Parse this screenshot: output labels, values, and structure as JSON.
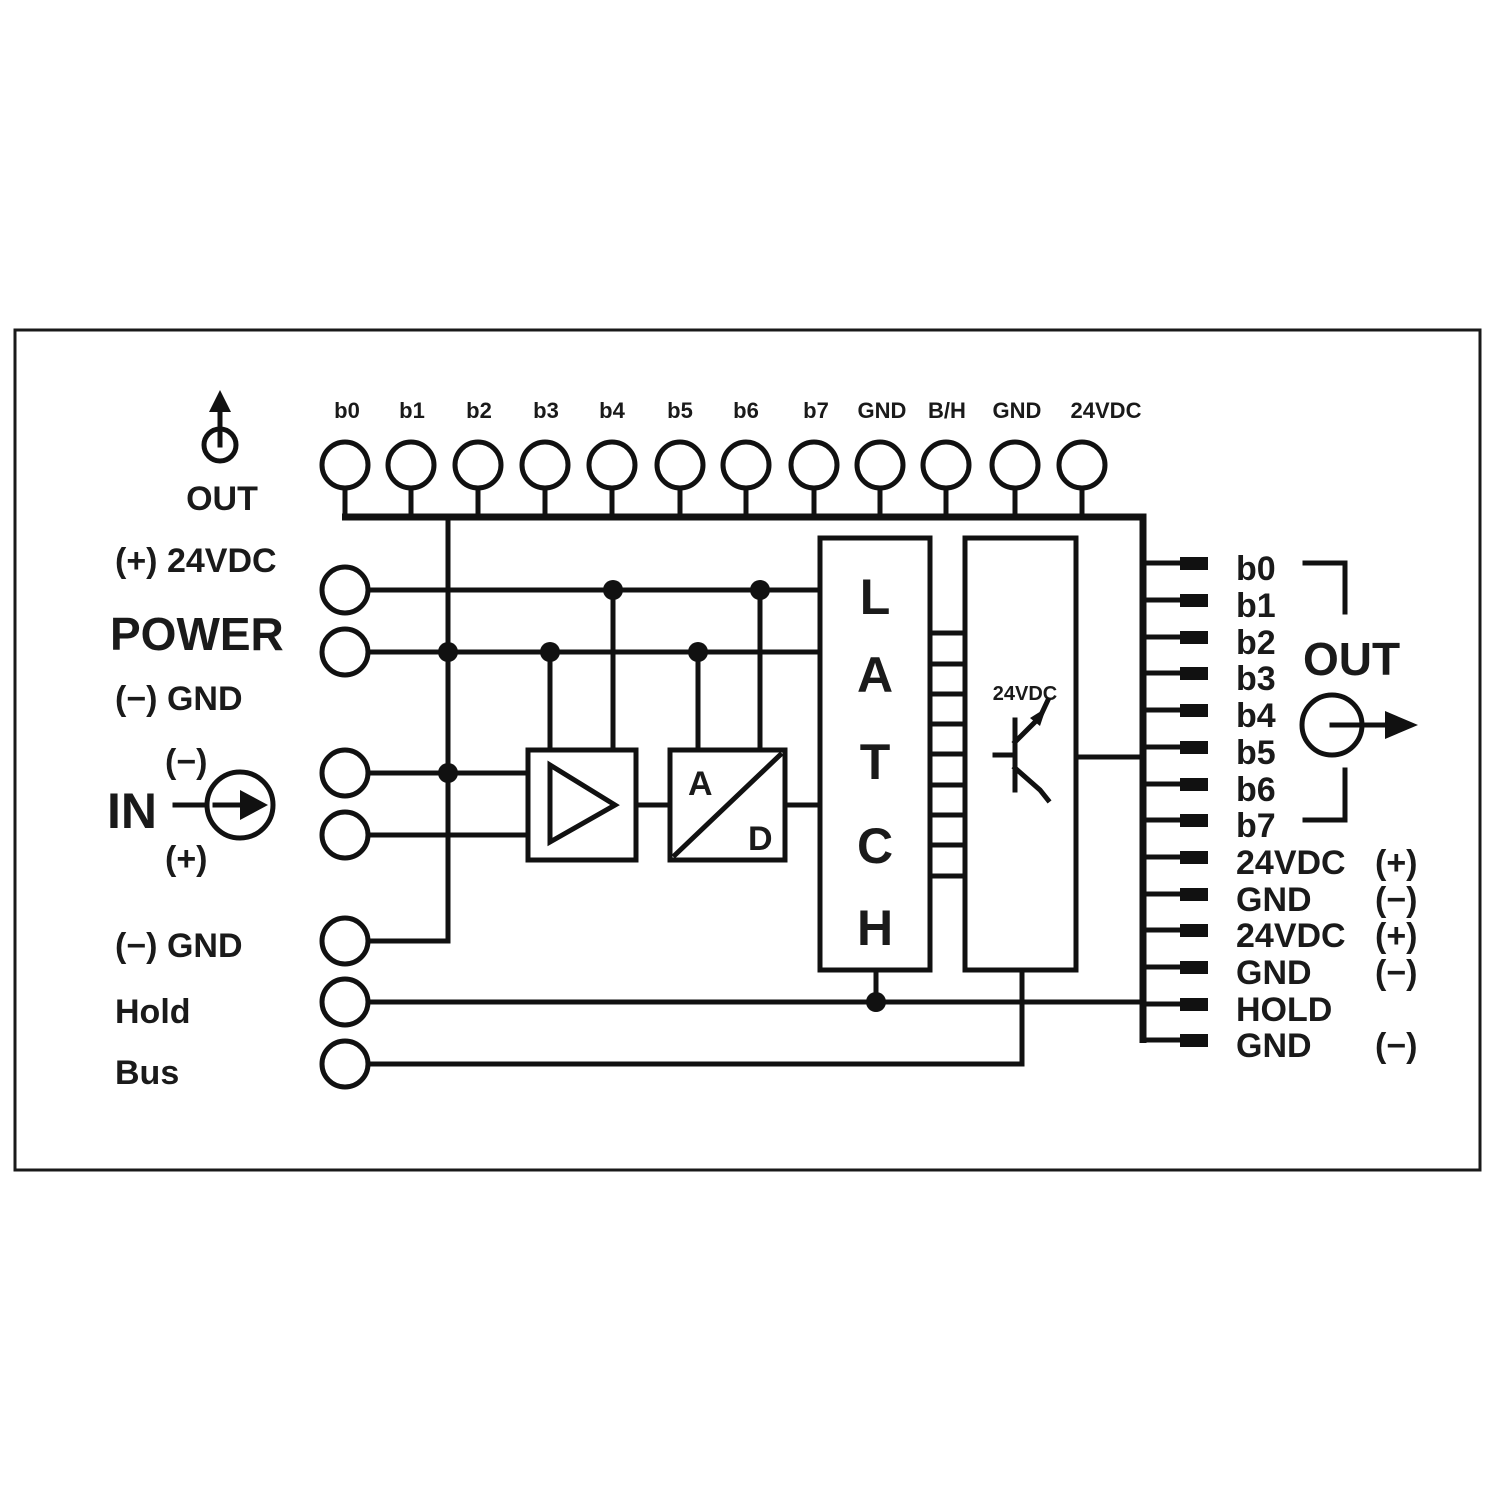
{
  "top_terminals": [
    "b0",
    "b1",
    "b2",
    "b3",
    "b4",
    "b5",
    "b6",
    "b7",
    "GND",
    "B/H",
    "GND",
    "24VDC"
  ],
  "left": {
    "out_icon_label": "OUT",
    "power_plus": "(+) 24VDC",
    "power_title": "POWER",
    "power_minus": "(−) GND",
    "in_label": "IN",
    "in_minus": "(−)",
    "in_plus": "(+)",
    "gnd": "(−) GND",
    "hold": "Hold",
    "bus": "Bus"
  },
  "blocks": {
    "ad_a": "A",
    "ad_d": "D",
    "latch": [
      "L",
      "A",
      "T",
      "C",
      "H"
    ],
    "transistor_supply": "24VDC"
  },
  "right": {
    "pins": [
      "b0",
      "b1",
      "b2",
      "b3",
      "b4",
      "b5",
      "b6",
      "b7",
      "24VDC",
      "GND",
      "24VDC",
      "GND",
      "HOLD",
      "GND"
    ],
    "polarity": [
      "(+)",
      "(−)",
      "(+)",
      "(−)",
      "(−)"
    ],
    "out_label": "OUT"
  },
  "colors": {
    "ink": "#111111",
    "background": "#ffffff"
  },
  "icons": [
    "power-output-icon",
    "current-source-icon",
    "output-arrow-icon",
    "amplifier-icon",
    "transistor-icon"
  ]
}
